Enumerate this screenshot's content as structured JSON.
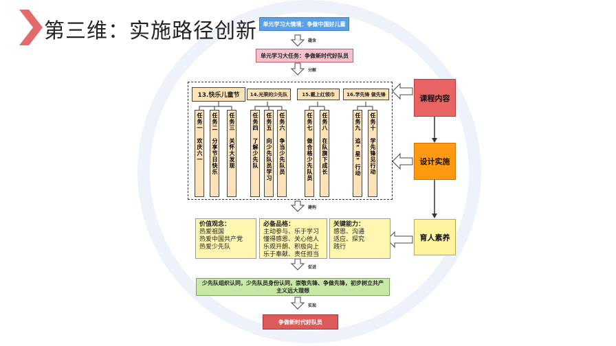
{
  "page": {
    "title": "第三维：实施路径创新"
  },
  "top": {
    "context": "单元学习大情境：争做中国好儿童",
    "context_arrow": "蕴含",
    "task": "单元学习大任务：争做新时代好队员",
    "task_arrow": "分解"
  },
  "lessons": [
    {
      "title": "13.快乐儿童节",
      "tasks": [
        "任务一 欢庆六一",
        "任务二 分享节日快乐",
        "任务三 关怀大发现"
      ]
    },
    {
      "title": "14.光荣的少先队",
      "tasks": [
        "任务四 了解少先队",
        "任务五 向少先队员学习",
        "任务六 争当少先队员"
      ]
    },
    {
      "title": "15.戴上红领巾",
      "tasks": [
        "任务七 做合格少先队员",
        "任务八 在队旗下成长"
      ]
    },
    {
      "title": "16.学先锋 做先锋",
      "tasks": [
        "任务九 追“星”行动",
        "任务十 学先锋见行动"
      ]
    }
  ],
  "build_arrow": "建构",
  "values": {
    "title": "价值观念：",
    "lines": [
      "热爱祖国",
      "热爱中国共产党",
      "热爱少先队"
    ]
  },
  "character": {
    "title": "必备品格：",
    "lines": [
      "主动参与、乐于学习",
      "懂得感恩、关心他人",
      "乐观开朗、积极向上",
      "乐于奉献、责任担当"
    ]
  },
  "ability": {
    "title": "关键能力：",
    "lines": [
      "感恩、沟通",
      "适应、探究",
      "践行"
    ]
  },
  "promote_arrow": "促进",
  "identity": "少先队组织认同，少先队员身份认同，崇敬先锋、争做先锋，初步树立共产主义远大理想",
  "realize_arrow": "实现",
  "goal": "争做新时代好队员",
  "side": {
    "content": "课程内容",
    "design": "设计实施",
    "literacy": "育人素养"
  },
  "colors": {
    "chevron": "#e26a6a",
    "blue": "#5aa0e6",
    "pink": "#f5c2cc",
    "peach": "#fbe2b8",
    "red_side": "#e86464",
    "orange_side": "#ff9a10",
    "yellow_side": "#fff4a0",
    "green": "#c8e8a8",
    "goal_red": "#dc5a5a"
  },
  "icons": [
    "chevron-right-icon",
    "down-arrow-icon",
    "left-arrow-icon"
  ]
}
